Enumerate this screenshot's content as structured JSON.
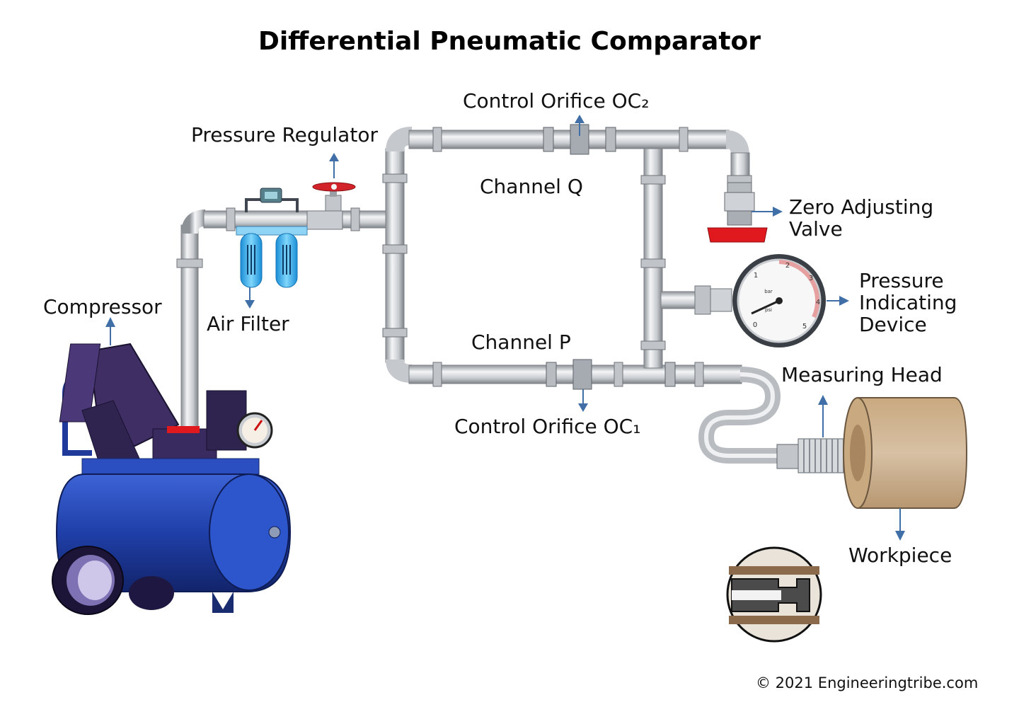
{
  "title": "Differential Pneumatic Comparator",
  "labels": {
    "control_orifice_oc2": "Control Orifice OC₂",
    "pressure_regulator": "Pressure Regulator",
    "channel_q": "Channel Q",
    "zero_adjusting_valve_line1": "Zero Adjusting",
    "zero_adjusting_valve_line2": "Valve",
    "pressure_indicating_line1": "Pressure",
    "pressure_indicating_line2": "Indicating",
    "pressure_indicating_line3": "Device",
    "compressor": "Compressor",
    "air_filter": "Air Filter",
    "channel_p": "Channel P",
    "measuring_head": "Measuring Head",
    "control_orifice_oc1": "Control Orifice OC₁",
    "workpiece": "Workpiece"
  },
  "gauge": {
    "ticks": [
      "0",
      "1",
      "2",
      "3",
      "4",
      "5"
    ],
    "units": [
      "bar",
      "psi"
    ]
  },
  "copyright": "© 2021 Engineeringtribe.com",
  "colors": {
    "arrow": "#3f6fa6",
    "pipe": "#d9dbdd",
    "tank": "#1f3fa8",
    "valve_handle": "#e0191f",
    "filter": "#3cb6f0",
    "workpiece": "#d4b99c"
  }
}
